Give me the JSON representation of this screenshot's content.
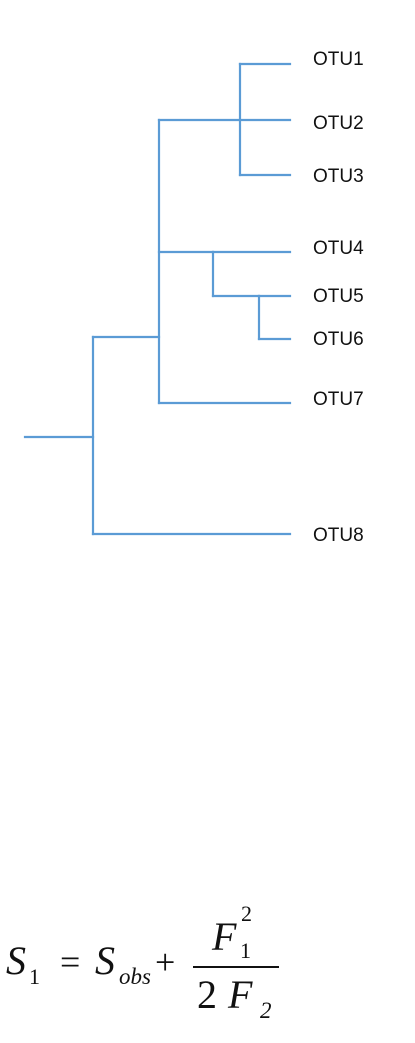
{
  "tree": {
    "branch_color": "#5b9bd5",
    "leaves": [
      "OTU1",
      "OTU2",
      "OTU3",
      "OTU4",
      "OTU5",
      "OTU6",
      "OTU7",
      "OTU8"
    ]
  },
  "formula": {
    "lhs": "S",
    "lhs_sub": "1",
    "equals": "=",
    "s_obs": "S",
    "s_obs_sub": "obs",
    "plus": "+",
    "numerator": "F",
    "numerator_sub": "1",
    "numerator_sup": "2",
    "denominator_coef": "2",
    "denominator_var": "F",
    "denominator_sub": "2"
  }
}
